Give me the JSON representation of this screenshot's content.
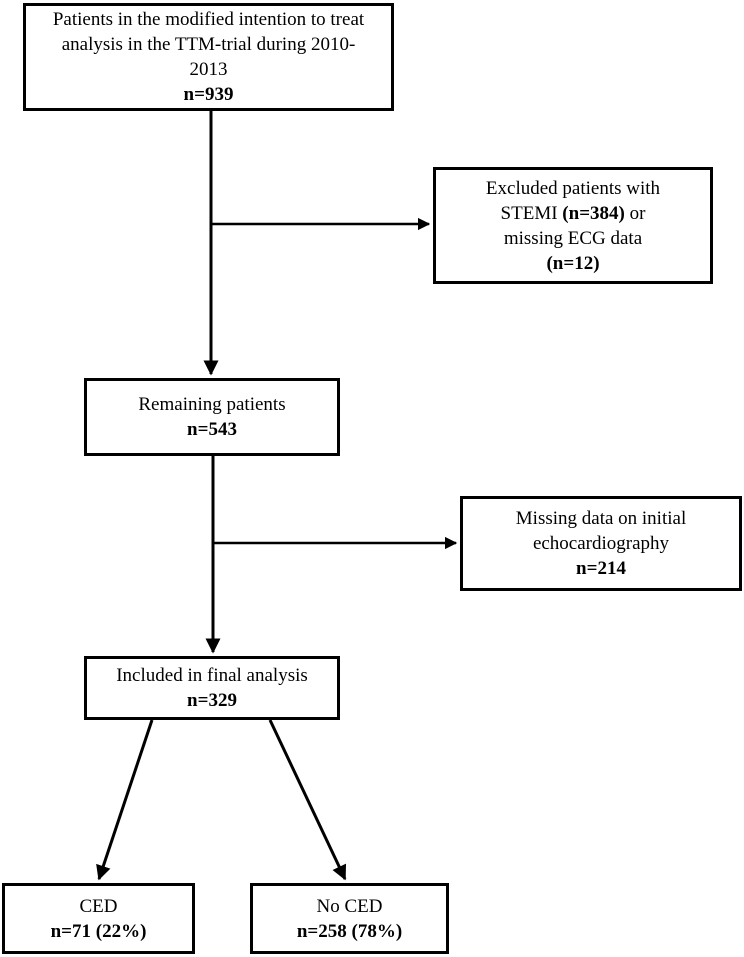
{
  "flowchart": {
    "start": {
      "lines": [
        "Patients in the modified intention to treat",
        "analysis in the TTM-trial during 2010-",
        "2013"
      ],
      "count": "n=939"
    },
    "excluded": {
      "line1": "Excluded patients with",
      "line2_a": "STEMI ",
      "line2_b": "(n=384)",
      "line2_c": " or",
      "line3": "missing ECG data",
      "line4": "(n=12)"
    },
    "remaining": {
      "label": "Remaining patients",
      "count": "n=543"
    },
    "missing_echo": {
      "lines": [
        "Missing data on initial",
        "echocardiography"
      ],
      "count": "n=214"
    },
    "included": {
      "label": "Included in final analysis",
      "count": "n=329"
    },
    "ced": {
      "label": "CED",
      "count": "n=71 (22%)"
    },
    "no_ced": {
      "label": "No CED",
      "count": "n=258 (78%)"
    }
  }
}
